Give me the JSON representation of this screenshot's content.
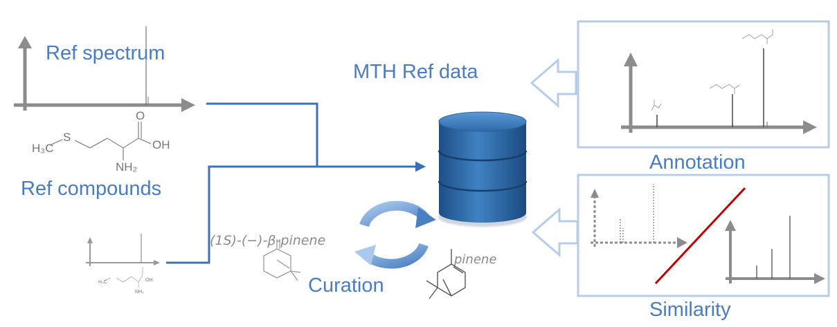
{
  "labels": {
    "ref_spectrum": "Ref spectrum",
    "ref_compounds": "Ref compounds",
    "mth_ref_data": "MTH Ref data",
    "annotation": "Annotation",
    "similarity": "Similarity",
    "curation": "Curation"
  },
  "compound_labels": {
    "beta_pinene": "(1S)-(−)-β-pinene",
    "pinene": "pinene"
  },
  "structure_text": {
    "h3c": "H₃C",
    "s": "S",
    "o": "O",
    "oh": "OH",
    "nh2": "NH₂"
  },
  "colors": {
    "label_blue": "#4a7cc0",
    "flow_line": "#3d6fb5",
    "panel_border": "#b7cce6",
    "axis_gray": "#8c8c8c",
    "diagonal_red": "#c00000",
    "database_blue": "#2f6aa8"
  },
  "icons": [
    "database-icon",
    "curation-cycle-icon",
    "spectrum-icon",
    "molecule-icon"
  ]
}
